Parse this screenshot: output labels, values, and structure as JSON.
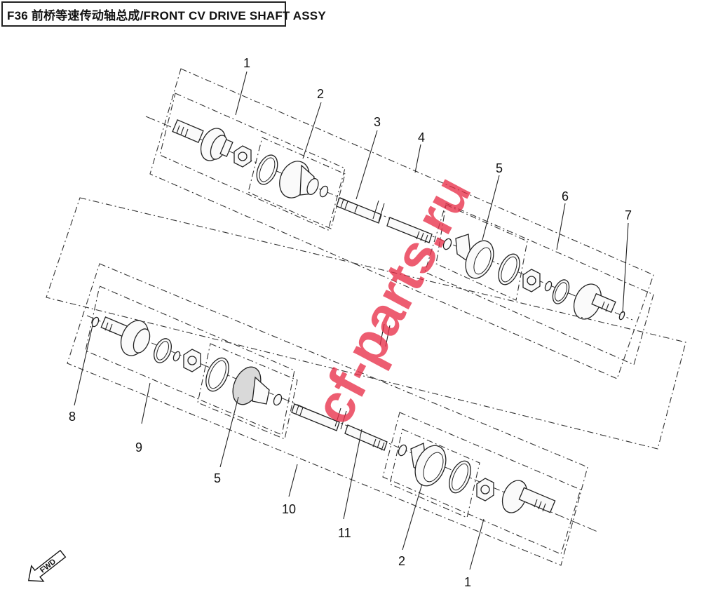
{
  "title": "F36 前桥等速传动轴总成/FRONT CV DRIVE SHAFT ASSY",
  "watermark": "cf-parts.ru",
  "fwd_label": "FWD",
  "callouts": {
    "upper_1": "1",
    "upper_2": "2",
    "upper_3": "3",
    "upper_4": "4",
    "upper_5": "5",
    "upper_6": "6",
    "upper_7": "7",
    "lower_8": "8",
    "lower_9": "9",
    "lower_5": "5",
    "lower_10": "10",
    "lower_11": "11",
    "lower_2": "2",
    "lower_1": "1"
  },
  "colors": {
    "line": "#222222",
    "watermark": "#e8304a"
  }
}
